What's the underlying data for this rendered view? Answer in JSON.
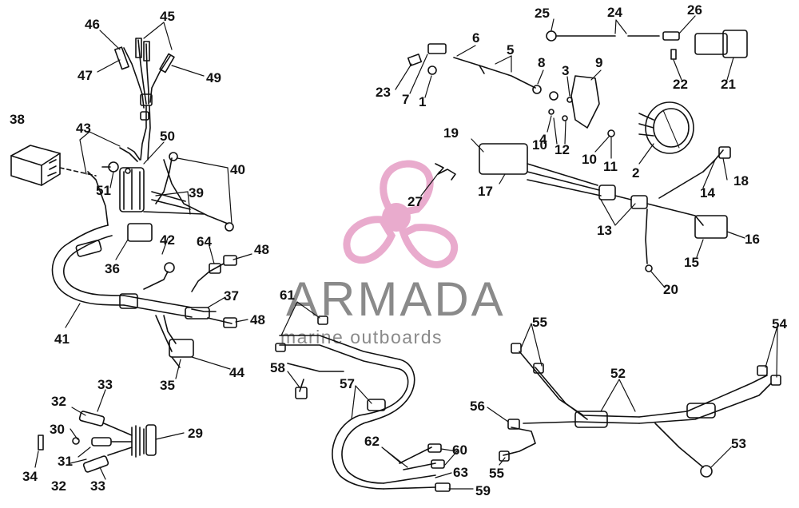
{
  "watermark": {
    "brand": "ARMADA",
    "tagline": "marine outboards",
    "logo_color": "#e8a7cb",
    "text_color": "#8a8a8a"
  },
  "line_color": "#111111",
  "callouts": [
    {
      "id": "c1",
      "text": "1"
    },
    {
      "id": "c2",
      "text": "2"
    },
    {
      "id": "c3",
      "text": "3"
    },
    {
      "id": "c4",
      "text": "4"
    },
    {
      "id": "c5",
      "text": "5"
    },
    {
      "id": "c6",
      "text": "6"
    },
    {
      "id": "c7",
      "text": "7"
    },
    {
      "id": "c8",
      "text": "8"
    },
    {
      "id": "c9",
      "text": "9"
    },
    {
      "id": "c10a",
      "text": "10"
    },
    {
      "id": "c10b",
      "text": "10"
    },
    {
      "id": "c11",
      "text": "11"
    },
    {
      "id": "c12",
      "text": "12"
    },
    {
      "id": "c13",
      "text": "13"
    },
    {
      "id": "c14",
      "text": "14"
    },
    {
      "id": "c15",
      "text": "15"
    },
    {
      "id": "c16",
      "text": "16"
    },
    {
      "id": "c17",
      "text": "17"
    },
    {
      "id": "c18",
      "text": "18"
    },
    {
      "id": "c19",
      "text": "19"
    },
    {
      "id": "c20",
      "text": "20"
    },
    {
      "id": "c21",
      "text": "21"
    },
    {
      "id": "c22",
      "text": "22"
    },
    {
      "id": "c23",
      "text": "23"
    },
    {
      "id": "c24",
      "text": "24"
    },
    {
      "id": "c25",
      "text": "25"
    },
    {
      "id": "c26",
      "text": "26"
    },
    {
      "id": "c27",
      "text": "27"
    },
    {
      "id": "c29",
      "text": "29"
    },
    {
      "id": "c30",
      "text": "30"
    },
    {
      "id": "c31",
      "text": "31"
    },
    {
      "id": "c32a",
      "text": "32"
    },
    {
      "id": "c32b",
      "text": "32"
    },
    {
      "id": "c33a",
      "text": "33"
    },
    {
      "id": "c33b",
      "text": "33"
    },
    {
      "id": "c34",
      "text": "34"
    },
    {
      "id": "c35",
      "text": "35"
    },
    {
      "id": "c36",
      "text": "36"
    },
    {
      "id": "c37",
      "text": "37"
    },
    {
      "id": "c38",
      "text": "38"
    },
    {
      "id": "c39",
      "text": "39"
    },
    {
      "id": "c40",
      "text": "40"
    },
    {
      "id": "c41",
      "text": "41"
    },
    {
      "id": "c42",
      "text": "42"
    },
    {
      "id": "c43",
      "text": "43"
    },
    {
      "id": "c44",
      "text": "44"
    },
    {
      "id": "c45",
      "text": "45"
    },
    {
      "id": "c46",
      "text": "46"
    },
    {
      "id": "c47",
      "text": "47"
    },
    {
      "id": "c48a",
      "text": "48"
    },
    {
      "id": "c48b",
      "text": "48"
    },
    {
      "id": "c49",
      "text": "49"
    },
    {
      "id": "c50",
      "text": "50"
    },
    {
      "id": "c51",
      "text": "51"
    },
    {
      "id": "c52",
      "text": "52"
    },
    {
      "id": "c53",
      "text": "53"
    },
    {
      "id": "c54",
      "text": "54"
    },
    {
      "id": "c55a",
      "text": "55"
    },
    {
      "id": "c55b",
      "text": "55"
    },
    {
      "id": "c56",
      "text": "56"
    },
    {
      "id": "c57",
      "text": "57"
    },
    {
      "id": "c58",
      "text": "58"
    },
    {
      "id": "c59",
      "text": "59"
    },
    {
      "id": "c60",
      "text": "60"
    },
    {
      "id": "c61",
      "text": "61"
    },
    {
      "id": "c62",
      "text": "62"
    },
    {
      "id": "c63",
      "text": "63"
    },
    {
      "id": "c64",
      "text": "64"
    }
  ]
}
